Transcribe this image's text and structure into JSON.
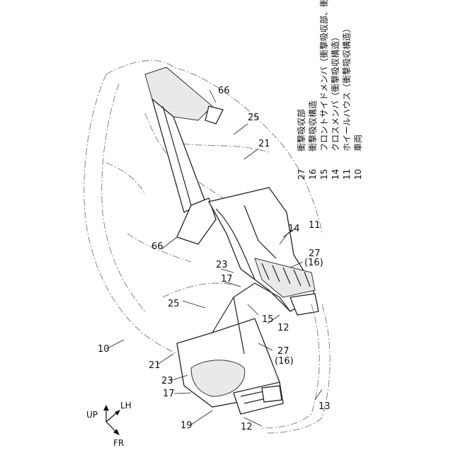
{
  "references": {
    "r10": "10",
    "r11": "11",
    "r12a": "12",
    "r12b": "12",
    "r13": "13",
    "r14": "14",
    "r15": "15",
    "r17a": "17",
    "r17b": "17",
    "r19": "19",
    "r21a": "21",
    "r21b": "21",
    "r23a": "23",
    "r23b": "23",
    "r25a": "25",
    "r25b": "25",
    "r27a": "27",
    "r16a": "(16)",
    "r27b": "27",
    "r16b": "(16)",
    "r66a": "66",
    "r66b": "66"
  },
  "axes": {
    "up": "UP",
    "lh": "LH",
    "fr": "FR"
  },
  "legend": [
    {
      "num": "10",
      "text": "車両"
    },
    {
      "num": "11",
      "text": "ホイールハウス（衝撃吸収構造）"
    },
    {
      "num": "14",
      "text": "クロスメンバ（衝撃吸収構造）"
    },
    {
      "num": "15",
      "text": "フロントサイドメンバ（衝撃吸収部、衝撃吸収構造）"
    },
    {
      "num": "16",
      "text": "衝撃吸収構造"
    },
    {
      "num": "27",
      "text": "衝撃吸収部"
    }
  ]
}
